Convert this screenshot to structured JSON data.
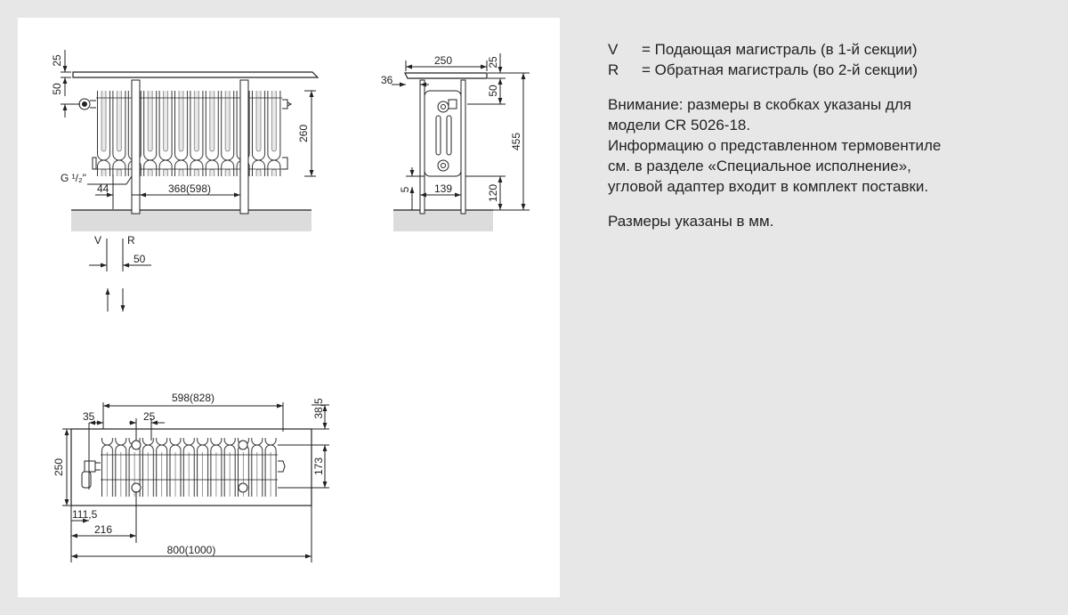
{
  "legend": [
    {
      "key": "V",
      "text": "= Подающая магистраль (в 1-й секции)"
    },
    {
      "key": "R",
      "text": "= Обратная магистраль (во 2-й секции)"
    }
  ],
  "note_lines": [
    "Внимание: размеры в скобках указаны для",
    "модели CR 5026-18.",
    "Информацию о представленном термовентиле",
    "см. в разделе «Специальное исполнение»,",
    "угловой адаптер входит в комплект поставки."
  ],
  "units_note": "Размеры указаны в мм.",
  "dims": {
    "front_top_gap": "25",
    "front_offset": "50",
    "front_height": "260",
    "thread": "G ¹/₂\"",
    "front_44": "44",
    "front_width": "368(598)",
    "side_width": "250",
    "side_36": "36",
    "side_top_gap": "25",
    "side_offset": "50",
    "side_total": "455",
    "side_5": "5",
    "side_139": "139",
    "side_120": "120",
    "vr_v": "V",
    "vr_r": "R",
    "vr_50": "50",
    "plan_width": "598(828)",
    "plan_35": "35",
    "plan_25": "25",
    "plan_38": "38,5",
    "plan_depth": "250",
    "plan_173": "173",
    "plan_111": "111,5",
    "plan_216": "216",
    "plan_total": "800(1000)"
  }
}
